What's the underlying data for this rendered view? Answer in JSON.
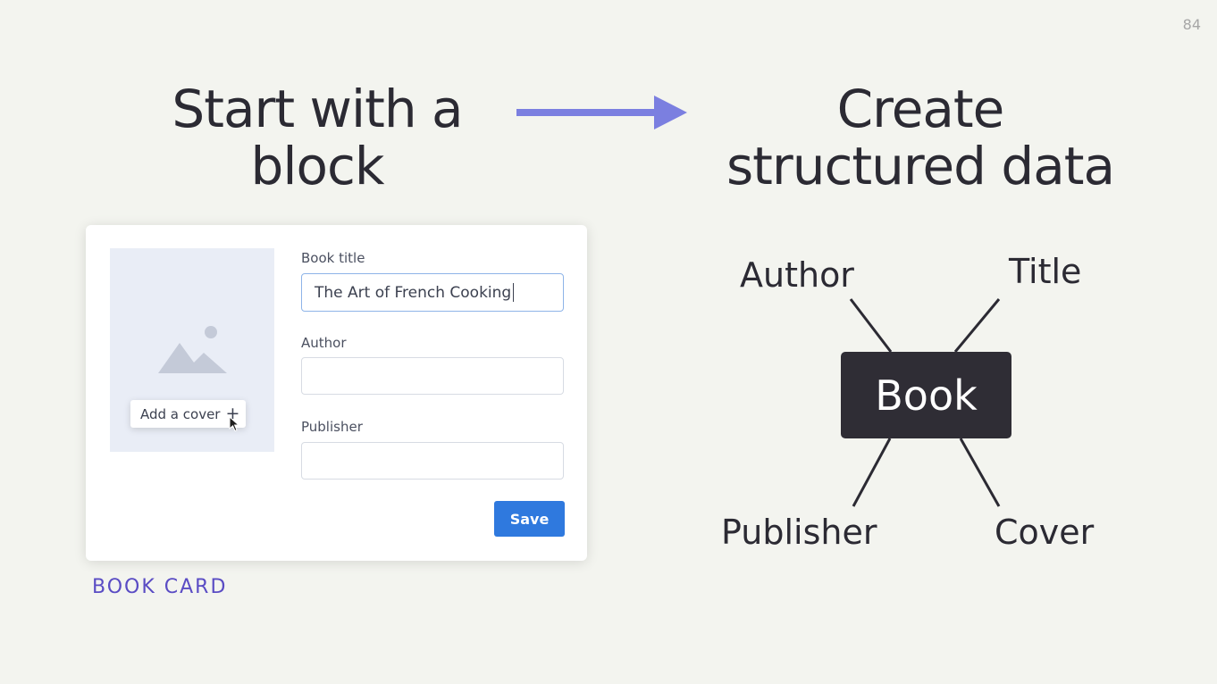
{
  "page_number": "84",
  "headline_left": "Start with a block",
  "headline_right": "Create structured data",
  "card": {
    "add_cover_label": "Add a cover",
    "book_title_label": "Book title",
    "book_title_value": "The Art of French Cooking",
    "author_label": "Author",
    "author_value": "",
    "publisher_label": "Publisher",
    "publisher_value": "",
    "save_label": "Save"
  },
  "caption": "BOOK CARD",
  "diagram": {
    "center": "Book",
    "author": "Author",
    "title": "Title",
    "publisher": "Publisher",
    "cover": "Cover"
  },
  "colors": {
    "background": "#f3f4ef",
    "arrow": "#7b7fe0",
    "save_button": "#2f79de",
    "caption": "#5a4cc4",
    "book_box": "#2f2d35"
  },
  "icons": {
    "arrow": "right-arrow-icon",
    "cover_placeholder": "image-icon",
    "plus": "plus-icon",
    "cursor": "mouse-pointer-icon"
  }
}
